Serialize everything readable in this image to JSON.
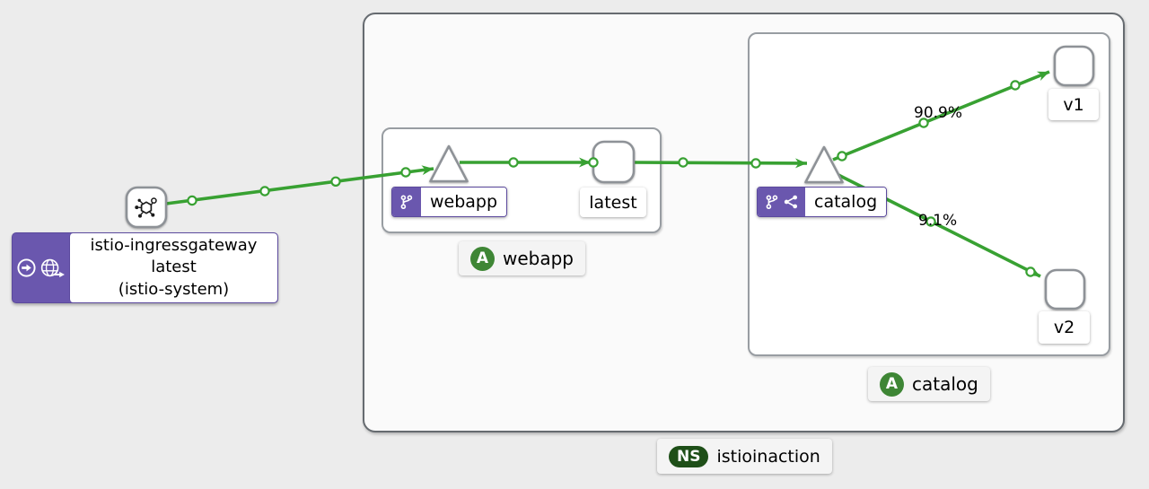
{
  "colors": {
    "edge_green": "#38a132",
    "badge_purple": "#6a57ae",
    "app_badge_green": "#3e8635",
    "ns_badge_green": "#1e4f18"
  },
  "gateway": {
    "node_icon": "mesh-icon",
    "badge_icons": [
      "root-source-icon",
      "gateway-icon"
    ],
    "label_lines": [
      "istio-ingressgateway",
      "latest",
      "(istio-system)"
    ]
  },
  "namespace": {
    "badge": "NS",
    "name": "istioinaction"
  },
  "apps": {
    "webapp": {
      "badge": "A",
      "name": "webapp"
    },
    "catalog": {
      "badge": "A",
      "name": "catalog"
    }
  },
  "nodes": {
    "webapp_service": {
      "label": "webapp"
    },
    "webapp_workload": {
      "label": "latest"
    },
    "catalog_service": {
      "label": "catalog"
    },
    "catalog_v1": {
      "label": "v1"
    },
    "catalog_v2": {
      "label": "v2"
    }
  },
  "edge_labels": {
    "catalog_to_v1": "90.9%",
    "catalog_to_v2": "9.1%"
  }
}
